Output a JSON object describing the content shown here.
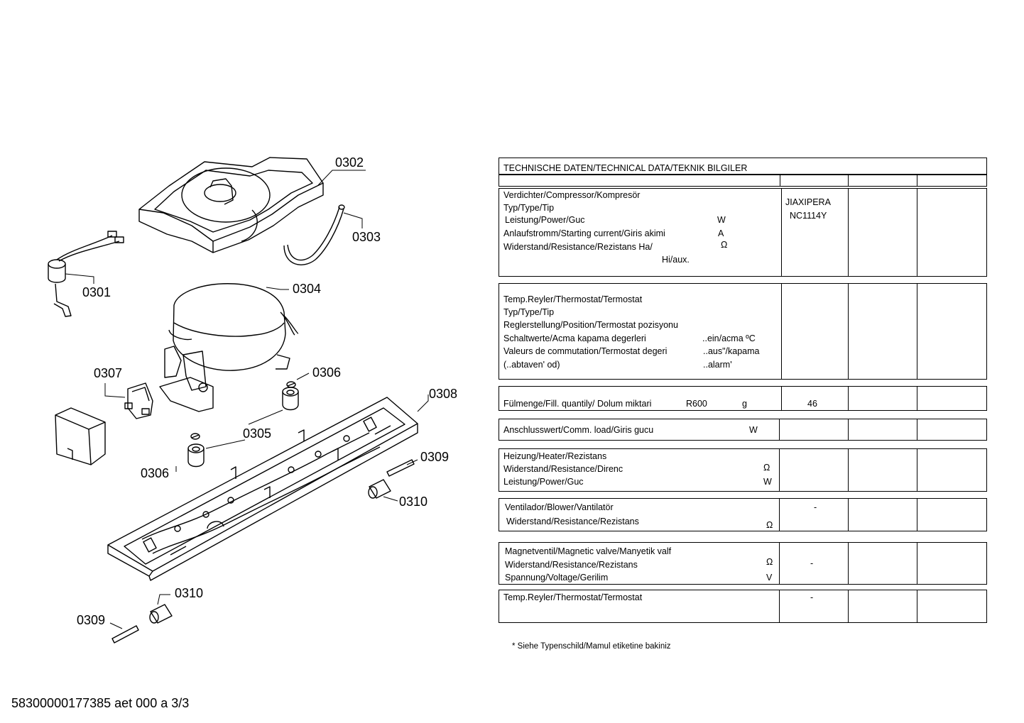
{
  "callouts": [
    "0301",
    "0302",
    "0303",
    "0304",
    "0305",
    "0306",
    "0306",
    "0307",
    "0308",
    "0309",
    "0310",
    "0309",
    "0310"
  ],
  "table": {
    "title": "TECHNISCHE DATEN/TECHNICAL DATA/TEKNIK BILGILER",
    "compressor": {
      "lines": [
        "Verdichter/Compressor/Kompresör",
        "Typ/Type/Tip",
        "Leistung/Power/Guc",
        "Anlaufstromm/Starting current/Giris akimi",
        "Widerstand/Resistance/Rezistans Ha/",
        "Hi/aux."
      ],
      "units": [
        "W",
        "A",
        "Ω"
      ],
      "values": [
        "JIAXIPERA",
        "NC1114Y"
      ]
    },
    "thermostat": {
      "lines": [
        "Temp.Reyler/Thermostat/Termostat",
        "Typ/Type/Tip",
        "Reglerstellung/Position/Termostat  pozisyonu",
        "Schaltwerte/Acma kapama degerleri",
        "Valeurs de commutation/Termostat degeri",
        "(..abtaven' od)"
      ],
      "suffixes": [
        "..ein/acma ºC",
        "..aus\"/kapama",
        "..alarm'"
      ]
    },
    "fill": {
      "label": "Fülmenge/Fill. quantily/ Dolum miktari",
      "refrigerant": "R600",
      "unit": "g",
      "value": "46"
    },
    "load": {
      "label": "Anschlusswert/Comm. load/Giris gucu",
      "unit": "W"
    },
    "heater": {
      "lines": [
        "Heizung/Heater/Rezistans",
        "Widerstand/Resistance/Direnc",
        "Leistung/Power/Guc"
      ],
      "units": [
        "Ω",
        "W"
      ]
    },
    "blower": {
      "lines": [
        "Ventilador/Blower/Vantilatör",
        "Widerstand/Resistance/Rezistans"
      ],
      "unit": "Ω",
      "value": "-"
    },
    "valve": {
      "lines": [
        "Magnetventil/Magnetic valve/Manyetik valf",
        "Widerstand/Resistance/Rezistans",
        "Spannung/Voltage/Gerilim"
      ],
      "units": [
        "Ω",
        "V"
      ],
      "value": "-"
    },
    "thermostat2": {
      "label": "Temp.Reyler/Thermostat/Termostat",
      "value": "-"
    }
  },
  "footnote": "* Siehe Typenschild/Mamul etiketine bakiniz",
  "footer": "58300000177385 aet 000 a 3/3"
}
